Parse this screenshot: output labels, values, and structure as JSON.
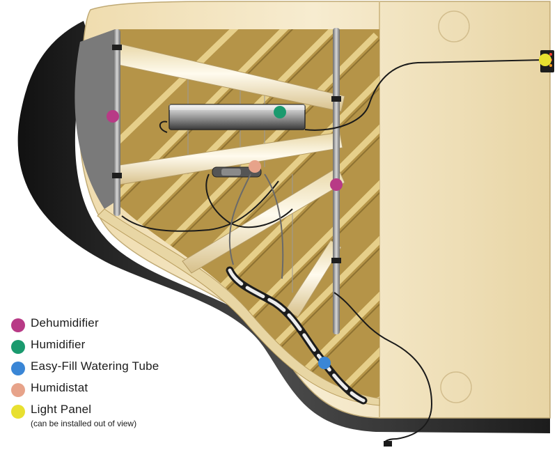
{
  "colors": {
    "dehumidifier": "#b83a86",
    "humidifier": "#1a9a6e",
    "watering_tube": "#3a86d6",
    "humidistat": "#e7a38a",
    "light_panel": "#e8e030",
    "case_cream": "#f0e2bc",
    "rim_black": "#2a2a2a",
    "bracing_wood": "#c8ab5e"
  },
  "legend": [
    {
      "key": "dehumidifier",
      "label": "Dehumidifier",
      "color": "#b83a86"
    },
    {
      "key": "humidifier",
      "label": "Humidifier",
      "color": "#1a9a6e"
    },
    {
      "key": "watering_tube",
      "label": "Easy-Fill Watering Tube",
      "color": "#3a86d6"
    },
    {
      "key": "humidistat",
      "label": "Humidistat",
      "color": "#e7a38a"
    },
    {
      "key": "light_panel",
      "label": "Light Panel",
      "color": "#e8e030",
      "note": "(can be installed out of view)"
    }
  ],
  "markers": [
    {
      "key": "dehumidifier",
      "name": "dehumidifier-marker-left"
    },
    {
      "key": "dehumidifier",
      "name": "dehumidifier-marker-right"
    },
    {
      "key": "humidifier",
      "name": "humidifier-marker"
    },
    {
      "key": "humidistat",
      "name": "humidistat-marker"
    },
    {
      "key": "watering_tube",
      "name": "watering-tube-marker"
    },
    {
      "key": "light_panel",
      "name": "light-panel-marker"
    }
  ]
}
